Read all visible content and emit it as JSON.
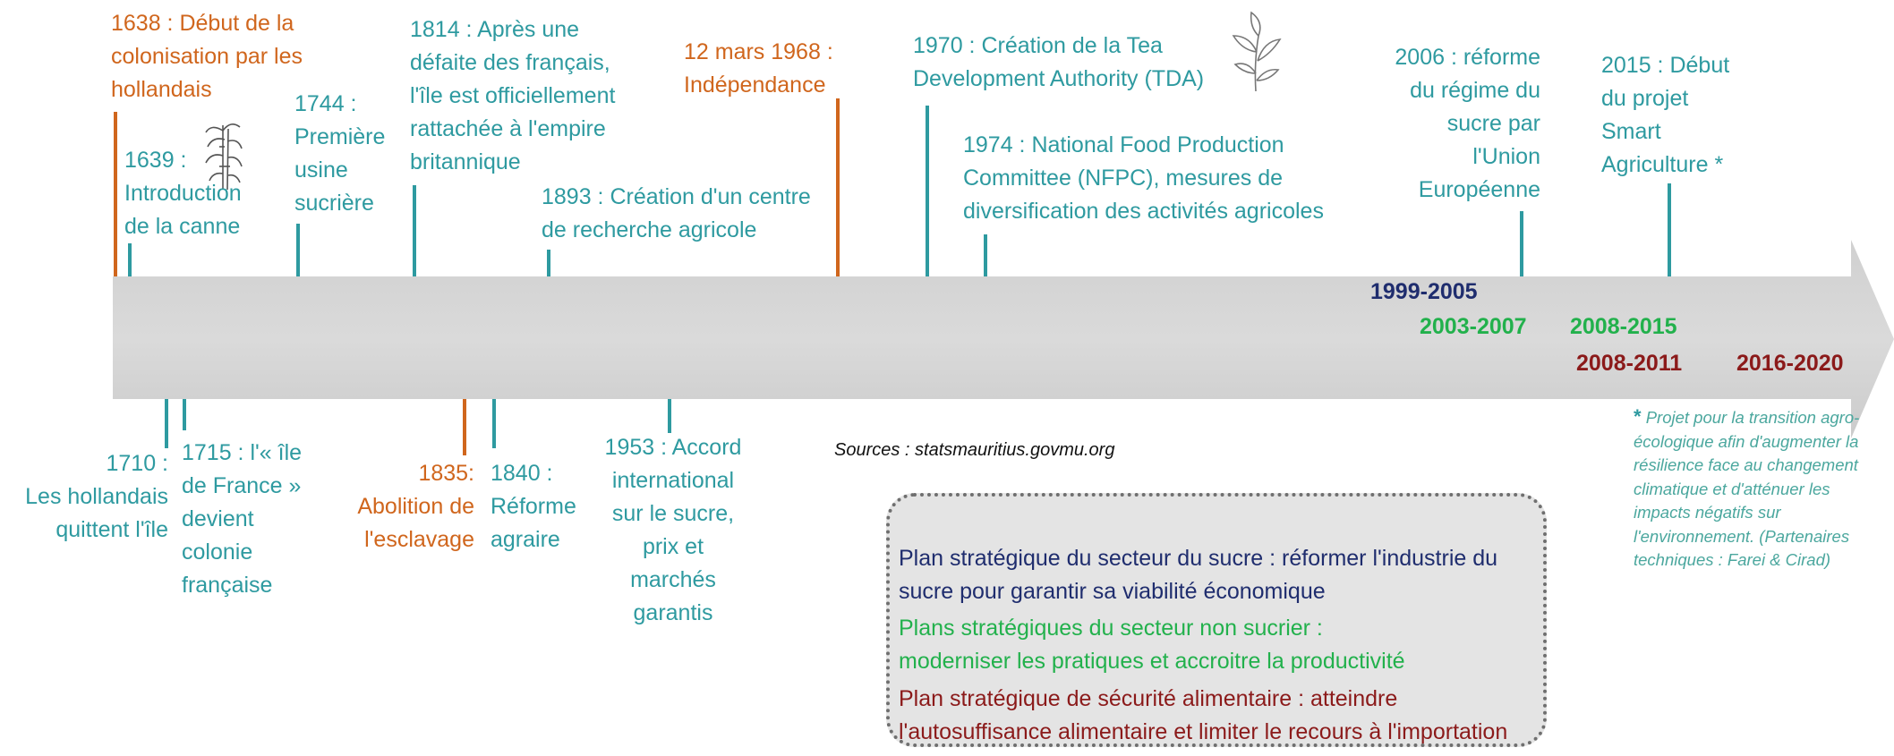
{
  "events_above": [
    {
      "text": "1638 : Début de la\ncolonisation par les\nhollandais",
      "color": "orange"
    },
    {
      "text": "1639 :\nIntroduction\nde la canne",
      "color": "teal"
    },
    {
      "text": "1744 :\nPremière\nusine\nsucrière",
      "color": "teal"
    },
    {
      "text": "1814 : Après une\ndéfaite des français,\nl'île est officiellement\nrattachée à l'empire\nbritannique",
      "color": "teal"
    },
    {
      "text": "1893 : Création d'un centre\nde recherche agricole",
      "color": "teal"
    },
    {
      "text": "12 mars 1968 :\nIndépendance",
      "color": "orange"
    },
    {
      "text": "1970 : Création de la Tea\nDevelopment Authority (TDA)",
      "color": "teal"
    },
    {
      "text": "1974 : National Food Production\nCommittee (NFPC), mesures de\ndiversification des activités agricoles",
      "color": "teal"
    },
    {
      "text": "2006 : réforme\ndu régime du\nsucre par\nl'Union\nEuropéenne",
      "color": "teal"
    },
    {
      "text": "2015 : Début\ndu projet\nSmart\nAgriculture *",
      "color": "teal"
    }
  ],
  "events_below": [
    {
      "text": "1710 :\nLes hollandais\nquittent l'île",
      "color": "teal"
    },
    {
      "text": "1715 : l'« île\nde France »\ndevient\ncolonie\nfrançaise",
      "color": "teal"
    },
    {
      "text": "1835:\nAbolition de\nl'esclavage",
      "color": "orange"
    },
    {
      "text": "1840 :\nRéforme\nagraire",
      "color": "teal"
    },
    {
      "text": "1953 : Accord\ninternational\nsur le sucre,\nprix et\nmarchés\ngarantis",
      "color": "teal"
    }
  ],
  "periods": [
    {
      "label": "1999-2005",
      "color": "#1f2d6e"
    },
    {
      "label": "2003-2007",
      "color": "#22b14c"
    },
    {
      "label": "2008-2015",
      "color": "#22b14c"
    },
    {
      "label": "2008-2011",
      "color": "#8b1a1a"
    },
    {
      "label": "2016-2020",
      "color": "#8b1a1a"
    }
  ],
  "sources": "Sources : statsmauritius.govmu.org",
  "legend": [
    {
      "title": "Plan stratégique du secteur du sucre",
      "sep": " : ",
      "desc": "réformer l'industrie du sucre pour garantir sa viabilité économique",
      "color": "#1f2d6e"
    },
    {
      "title": "Plans stratégiques du secteur non sucrier",
      "sep": " :\n",
      "desc": "moderniser les pratiques et accroitre la productivité",
      "color": "#22b14c"
    },
    {
      "title": "Plan stratégique de sécurité alimentaire",
      "sep": " : ",
      "desc": "atteindre l'autosuffisance alimentaire et limiter le recours à l'importation",
      "color": "#8b1a1a"
    }
  ],
  "note": {
    "star": "*",
    "text": " Projet pour la transition agro-écologique afin d'augmenter la résilience face au changement climatique et d'atténuer les impacts négatifs sur l'environnement. (Partenaires techniques : Farei & Cirad)"
  },
  "colors": {
    "teal": "#2e9aa0",
    "orange": "#d0661d",
    "arrow": "#d4d4d4"
  }
}
